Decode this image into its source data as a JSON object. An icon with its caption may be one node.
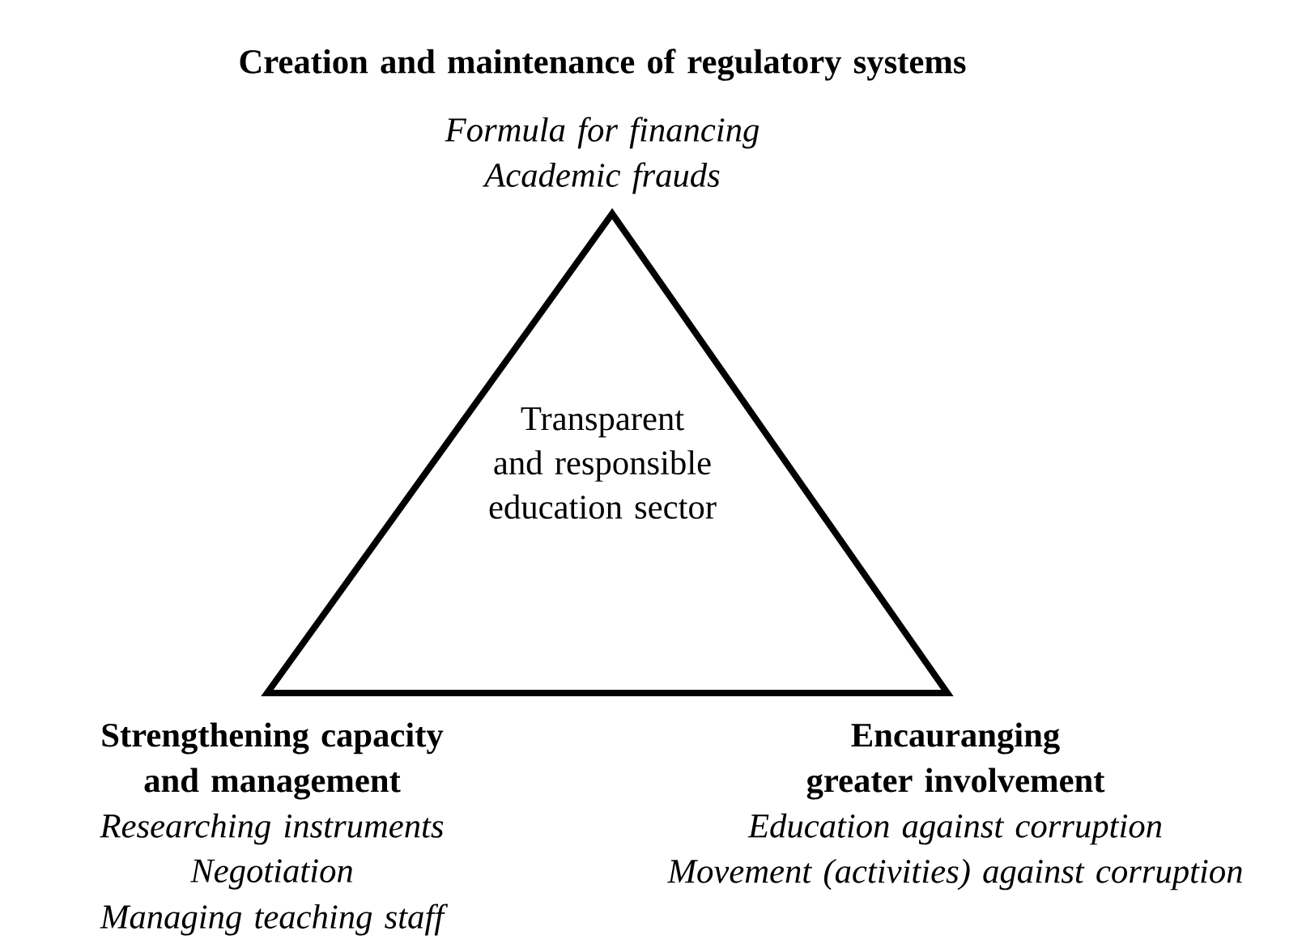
{
  "diagram": {
    "nodes": [
      {
        "text": [
          "Transparent and responsible education sector"
        ]
      }
    ],
    "edges": [],
    "labels": [
      "Creation and maintenance of regulatory systems",
      "Formula for financing",
      "Academic frauds",
      "Strengthening capacity and management",
      "Researching instruments",
      "Negotiation",
      "Managing teaching staff",
      "Encauranging greater involvement",
      "Education against corruption",
      "Movement (activities) against corruption"
    ]
  }
}
